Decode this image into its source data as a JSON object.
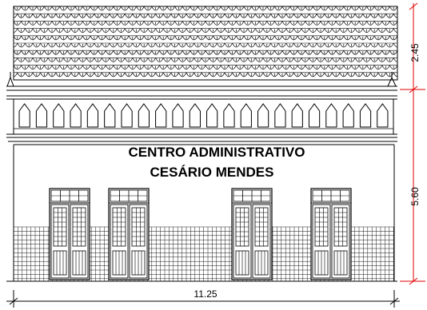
{
  "sign": {
    "line1": "CENTRO ADMINISTRATIVO",
    "line2": "CESÁRIO MENDES"
  },
  "dimensions": {
    "roof_height": "2.45",
    "wall_height": "5.60",
    "width": "11.25"
  },
  "colors": {
    "line": "#000000",
    "dimension_line": "#e00000",
    "background": "#ffffff"
  }
}
